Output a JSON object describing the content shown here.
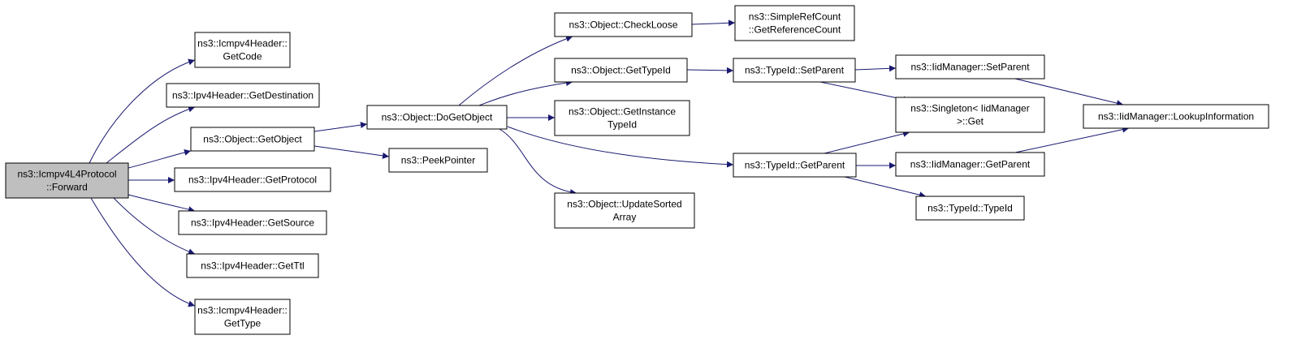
{
  "diagram": {
    "edge_color": "#191970",
    "root_fill": "#bfbfbf",
    "node_fill": "#ffffff",
    "nodes": [
      {
        "id": "forward",
        "lines": [
          "ns3::Icmpv4L4Protocol",
          "::Forward"
        ],
        "root": true
      },
      {
        "id": "icmp_getcode",
        "lines": [
          "ns3::Icmpv4Header::",
          "GetCode"
        ]
      },
      {
        "id": "ipv4_getdest",
        "lines": [
          "ns3::Ipv4Header::GetDestination"
        ]
      },
      {
        "id": "obj_getobject",
        "lines": [
          "ns3::Object::GetObject"
        ]
      },
      {
        "id": "ipv4_getprotocol",
        "lines": [
          "ns3::Ipv4Header::GetProtocol"
        ]
      },
      {
        "id": "ipv4_getsource",
        "lines": [
          "ns3::Ipv4Header::GetSource"
        ]
      },
      {
        "id": "ipv4_getttl",
        "lines": [
          "ns3::Ipv4Header::GetTtl"
        ]
      },
      {
        "id": "icmp_gettype",
        "lines": [
          "ns3::Icmpv4Header::",
          "GetType"
        ]
      },
      {
        "id": "obj_dogetobject",
        "lines": [
          "ns3::Object::DoGetObject"
        ]
      },
      {
        "id": "peekpointer",
        "lines": [
          "ns3::PeekPointer"
        ]
      },
      {
        "id": "obj_checkloose",
        "lines": [
          "ns3::Object::CheckLoose"
        ]
      },
      {
        "id": "obj_gettypeid",
        "lines": [
          "ns3::Object::GetTypeId"
        ]
      },
      {
        "id": "obj_getinstancetypeid",
        "lines": [
          "ns3::Object::GetInstance",
          "TypeId"
        ]
      },
      {
        "id": "obj_updatesorted",
        "lines": [
          "ns3::Object::UpdateSorted",
          "Array"
        ]
      },
      {
        "id": "simpleref_getrefcount",
        "lines": [
          "ns3::SimpleRefCount",
          "::GetReferenceCount"
        ]
      },
      {
        "id": "typeid_setparent",
        "lines": [
          "ns3::TypeId::SetParent"
        ]
      },
      {
        "id": "typeid_getparent",
        "lines": [
          "ns3::TypeId::GetParent"
        ]
      },
      {
        "id": "typeid_typeid",
        "lines": [
          "ns3::TypeId::TypeId"
        ]
      },
      {
        "id": "iidmgr_setparent",
        "lines": [
          "ns3::IidManager::SetParent"
        ]
      },
      {
        "id": "singleton_get",
        "lines": [
          "ns3::Singleton< IidManager",
          ">::Get"
        ]
      },
      {
        "id": "iidmgr_getparent",
        "lines": [
          "ns3::IidManager::GetParent"
        ]
      },
      {
        "id": "iidmgr_lookup",
        "lines": [
          "ns3::IidManager::LookupInformation"
        ]
      }
    ],
    "edges": [
      {
        "from": "forward",
        "to": "icmp_getcode"
      },
      {
        "from": "forward",
        "to": "ipv4_getdest"
      },
      {
        "from": "forward",
        "to": "obj_getobject"
      },
      {
        "from": "forward",
        "to": "ipv4_getprotocol"
      },
      {
        "from": "forward",
        "to": "ipv4_getsource"
      },
      {
        "from": "forward",
        "to": "ipv4_getttl"
      },
      {
        "from": "forward",
        "to": "icmp_gettype"
      },
      {
        "from": "obj_getobject",
        "to": "obj_dogetobject"
      },
      {
        "from": "obj_getobject",
        "to": "peekpointer"
      },
      {
        "from": "obj_dogetobject",
        "to": "obj_checkloose"
      },
      {
        "from": "obj_dogetobject",
        "to": "obj_gettypeid"
      },
      {
        "from": "obj_dogetobject",
        "to": "obj_getinstancetypeid"
      },
      {
        "from": "obj_dogetobject",
        "to": "obj_updatesorted"
      },
      {
        "from": "obj_dogetobject",
        "to": "typeid_getparent"
      },
      {
        "from": "obj_checkloose",
        "to": "simpleref_getrefcount"
      },
      {
        "from": "obj_gettypeid",
        "to": "typeid_setparent"
      },
      {
        "from": "typeid_setparent",
        "to": "iidmgr_setparent"
      },
      {
        "from": "typeid_setparent",
        "to": "singleton_get"
      },
      {
        "from": "typeid_getparent",
        "to": "singleton_get"
      },
      {
        "from": "typeid_getparent",
        "to": "iidmgr_getparent"
      },
      {
        "from": "typeid_getparent",
        "to": "typeid_typeid"
      },
      {
        "from": "iidmgr_setparent",
        "to": "iidmgr_lookup"
      },
      {
        "from": "iidmgr_getparent",
        "to": "iidmgr_lookup"
      }
    ]
  }
}
